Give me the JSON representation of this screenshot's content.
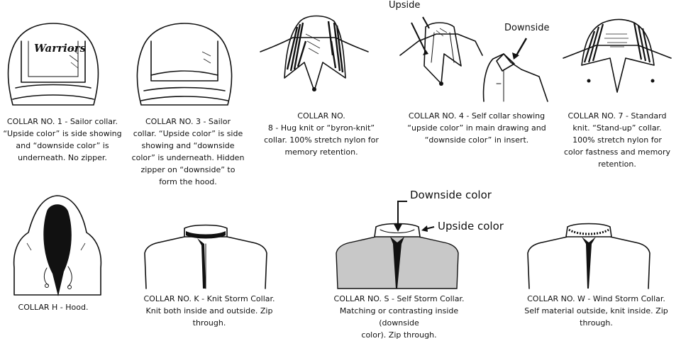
{
  "collars": [
    {
      "label": "COLLAR NO. 1 - Sailor collar.\n“Upside color” is side showing\nand “downside color” is\nunderneath. No zipper.",
      "jacket_lettering": "Warriors"
    },
    {
      "label": "COLLAR NO. 3 - Sailor\ncollar. “Upside color” is side\nshowing and “downside\ncolor” is underneath. Hidden\nzipper on “downside” to\nform the hood."
    },
    {
      "label": "COLLAR NO.\n8 - Hug knit or “byron-knit”\ncollar. 100% stretch nylon for\nmemory retention."
    },
    {
      "label": "COLLAR NO. 4 - Self collar showing\n“upside color” in main drawing and\n“downside color” in insert.",
      "callout_upside": "Upside",
      "callout_downside": "Downside"
    },
    {
      "label": "COLLAR NO. 7 - Standard\nknit. “Stand-up” collar.\n100% stretch nylon for\ncolor fastness and memory\nretention."
    },
    {
      "label": "COLLAR H - Hood."
    },
    {
      "label": "COLLAR NO. K - Knit Storm Collar.\nKnit both inside and outside. Zip\nthrough."
    },
    {
      "label": "COLLAR NO. S - Self Storm Collar.\nMatching or contrasting inside (downside\ncolor). Zip through.",
      "callout_downside": "Downside color",
      "callout_upside": "Upside color"
    },
    {
      "label": "COLLAR NO. W - Wind Storm Collar.\nSelf material outside, knit inside. Zip\nthrough."
    }
  ],
  "colors": {
    "ink": "#111111",
    "jacket_fill": "#ffffff",
    "self_storm_fill": "#c8c8c8"
  }
}
